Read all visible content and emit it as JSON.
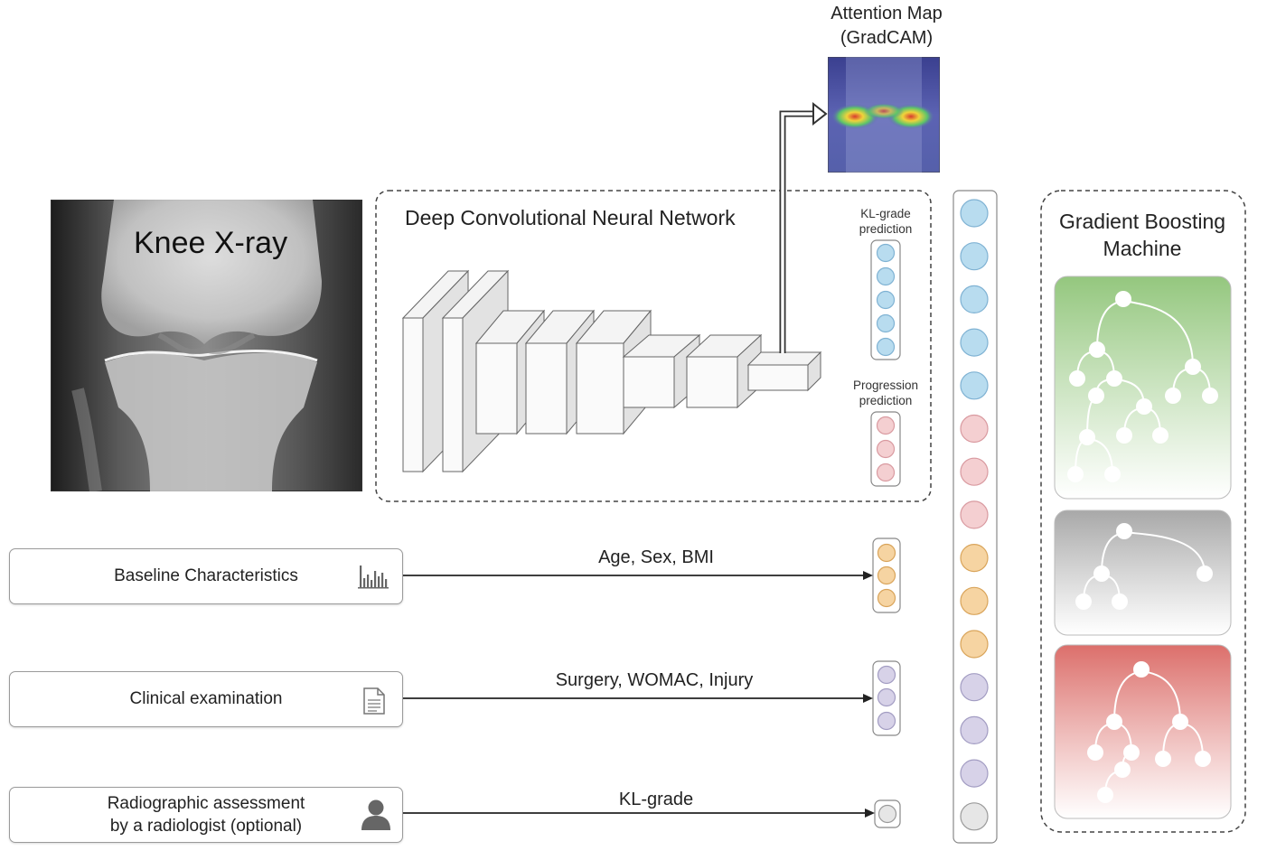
{
  "figure": {
    "xray_label": "Knee X-ray",
    "attention_map_label": "Attention Map\n(GradCAM)",
    "cnn_label": "Deep Convolutional Neural Network",
    "kl_prediction_label": "KL-grade prediction",
    "progression_prediction_label": "Progression prediction",
    "gbm_label": "Gradient Boosting Machine"
  },
  "inputs": [
    {
      "label": "Baseline Characteristics",
      "icon": "bar-chart-icon",
      "arrow_label": "Age, Sex, BMI"
    },
    {
      "label": "Clinical examination",
      "icon": "document-icon",
      "arrow_label": "Surgery, WOMAC, Injury"
    },
    {
      "label": "Radiographic assessment\nby a radiologist (optional)",
      "icon": "person-icon",
      "arrow_label": "KL-grade"
    }
  ],
  "colors": {
    "kl_node": "#b8dcef",
    "kl_stroke": "#7fb2d3",
    "progression_node": "#f4cfd1",
    "progression_stroke": "#d99aa0",
    "baseline_node": "#f6d4a2",
    "baseline_stroke": "#d9a45a",
    "clinical_node": "#d7d2e8",
    "clinical_stroke": "#a29cc2",
    "radiographic_node": "#e6e6e6",
    "radiographic_stroke": "#9a9a9a",
    "tree_green": "#94c77e",
    "tree_gray": "#a8a8a8",
    "tree_red": "#dc6f6b"
  },
  "feature_vector": [
    "kl",
    "kl",
    "kl",
    "kl",
    "kl",
    "progression",
    "progression",
    "progression",
    "baseline",
    "baseline",
    "baseline",
    "clinical",
    "clinical",
    "clinical",
    "radiographic"
  ]
}
